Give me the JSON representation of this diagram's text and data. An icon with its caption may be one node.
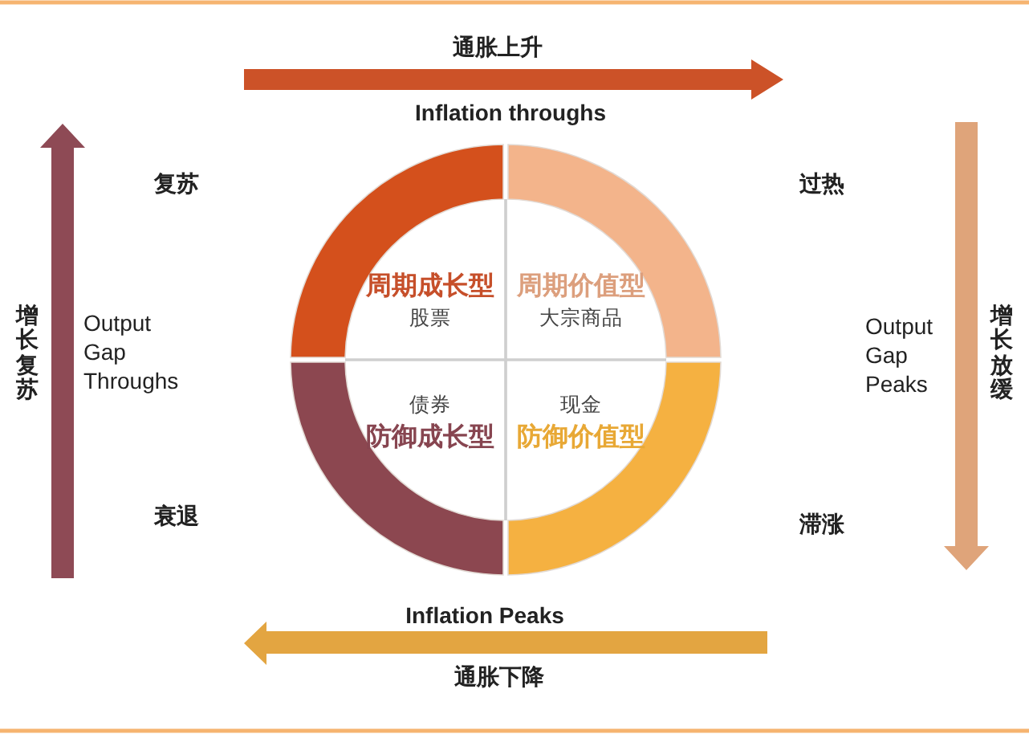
{
  "diagram": {
    "nodes": [
      {
        "text": [
          "周期成长型",
          "股票"
        ]
      },
      {
        "text": [
          "周期价值型",
          "大宗商品"
        ]
      },
      {
        "text": [
          "债券",
          "防御成长型"
        ]
      },
      {
        "text": [
          "现金",
          "防御价值型"
        ]
      }
    ],
    "labels": [
      "通胀上升",
      "Inflation throughs",
      "复苏",
      "过热",
      "增长复苏",
      "Output Gap Throughs",
      "Output Gap Peaks",
      "增长放缓",
      "衰退",
      "滞涨",
      "Inflation Peaks",
      "通胀下降"
    ]
  }
}
